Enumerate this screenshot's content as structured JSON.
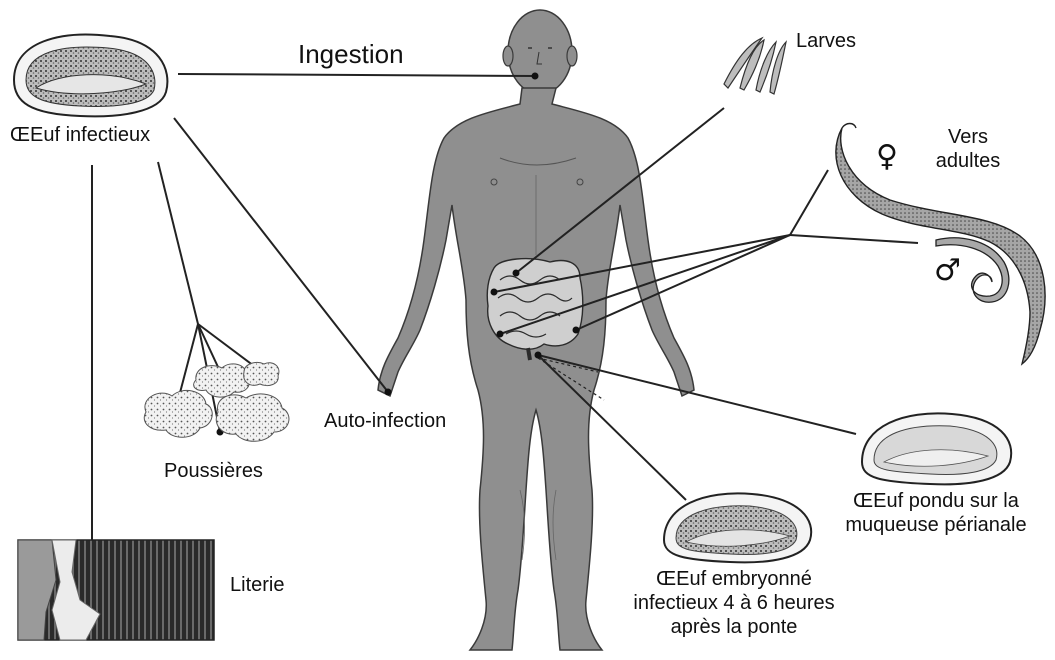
{
  "diagram": {
    "labels": {
      "ingestion": "Ingestion",
      "larves": "Larves",
      "oeuf_infectieux": "ŒEuf infectieux",
      "vers_adultes_line1": "Vers",
      "vers_adultes_line2": "adultes",
      "female_symbol": "♀",
      "male_symbol": "♂",
      "auto_infection": "Auto-infection",
      "poussieres": "Poussières",
      "literie": "Literie",
      "oeuf_pondu_line1": "ŒEuf pondu sur la",
      "oeuf_pondu_line2": "muqueuse périanale",
      "oeuf_embryonne_line1": "ŒEuf embryonné",
      "oeuf_embryonne_line2": "infectieux 4 à 6 heures",
      "oeuf_embryonne_line3": "après la ponte"
    },
    "colors": {
      "body_fill": "#8f8f8f",
      "body_outline": "#3a3a3a",
      "line": "#222222",
      "egg_shell": "#f4f4f4",
      "worm_fill": "#9a9a9a",
      "intestine_fill": "#cfcfcf"
    }
  }
}
